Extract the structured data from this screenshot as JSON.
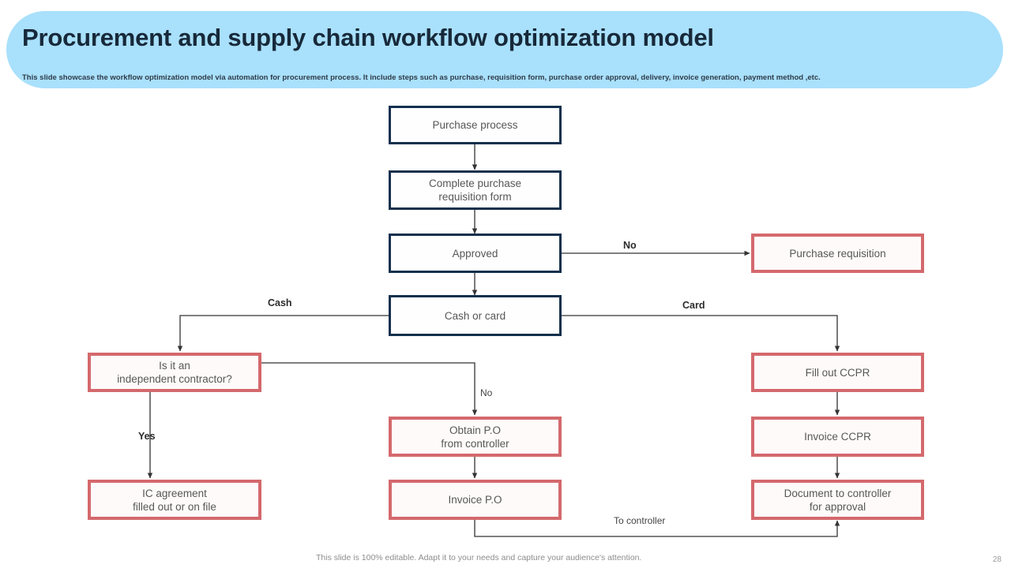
{
  "slide": {
    "title": "Procurement and supply chain workflow optimization model",
    "subtitle": "This slide showcase the workflow optimization model via automation for procurement process. It include steps such as purchase, requisition form, purchase order approval, delivery, invoice generation, payment method ,etc.",
    "footer_note": "This slide is 100% editable. Adapt it to your needs and capture your audience's attention.",
    "page_number": "28"
  },
  "colors": {
    "banner": "#a9e0fb",
    "navy_border": "#12304d",
    "red_border": "#d4696d",
    "node_text": "#575757",
    "connector": "#333333"
  },
  "flow": {
    "nodes": [
      {
        "id": "purchase-process",
        "label": "Purchase process",
        "style": "navy"
      },
      {
        "id": "complete-requisition",
        "label": "Complete purchase\nrequisition form",
        "style": "navy"
      },
      {
        "id": "approved",
        "label": "Approved",
        "style": "navy"
      },
      {
        "id": "purchase-requisition",
        "label": "Purchase requisition",
        "style": "red"
      },
      {
        "id": "cash-or-card",
        "label": "Cash or card",
        "style": "navy"
      },
      {
        "id": "independent-contractor",
        "label": "Is it an\nindependent contractor?",
        "style": "red"
      },
      {
        "id": "fill-out-ccpr",
        "label": "Fill out CCPR",
        "style": "red"
      },
      {
        "id": "obtain-po",
        "label": "Obtain P.O\nfrom controller",
        "style": "red"
      },
      {
        "id": "invoice-ccpr",
        "label": "Invoice  CCPR",
        "style": "red"
      },
      {
        "id": "ic-agreement",
        "label": "IC agreement\nfilled out or on file",
        "style": "red"
      },
      {
        "id": "invoice-po",
        "label": "Invoice  P.O",
        "style": "red"
      },
      {
        "id": "document-controller",
        "label": "Document to controller\nfor approval",
        "style": "red"
      }
    ],
    "edge_labels": [
      {
        "id": "no-approved",
        "text": "No",
        "bold": true
      },
      {
        "id": "cash",
        "text": "Cash",
        "bold": true
      },
      {
        "id": "card",
        "text": "Card",
        "bold": true
      },
      {
        "id": "yes-contractor",
        "text": "Yes",
        "bold": true
      },
      {
        "id": "no-contractor",
        "text": "No",
        "bold": false
      },
      {
        "id": "to-controller",
        "text": "To controller",
        "bold": false
      }
    ]
  }
}
